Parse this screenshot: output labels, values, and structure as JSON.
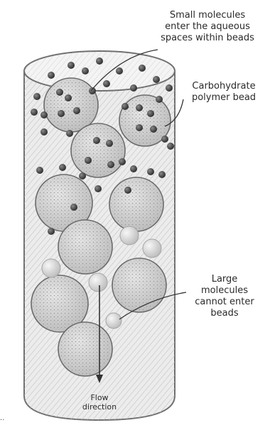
{
  "labels": {
    "small_molecules": [
      "Small molecules",
      "enter the aqueous",
      "spaces within beads"
    ],
    "carbohydrate": [
      "Carbohydrate",
      "polymer bead"
    ],
    "large_molecules": [
      "Large",
      "molecules",
      "cannot enter",
      "beads"
    ],
    "flow": [
      "Flow",
      "direction"
    ]
  },
  "stray_mark": "..",
  "colors": {
    "column_fill": "#ededed",
    "column_stroke": "#6f6f6f",
    "bead_fill": "#cfcfcf",
    "bead_stroke": "#6a6a6a",
    "small_molecule": "#3a3a3a",
    "large_molecule": "#d6d6d6",
    "text": "#2a2a2a"
  }
}
